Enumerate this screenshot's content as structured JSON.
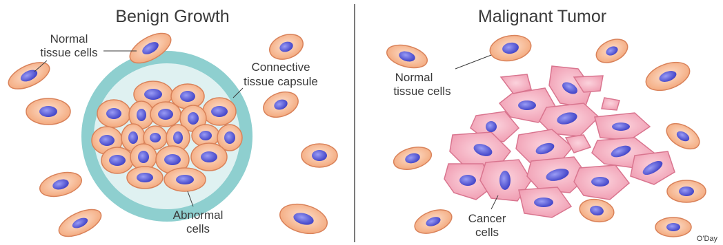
{
  "colors": {
    "normal_cell_fill": "#f6b38a",
    "normal_cell_stroke": "#d9825a",
    "nucleus_fill": "#5a5bd6",
    "nucleus_stroke": "#3a36b0",
    "capsule": "#8ecfcf",
    "capsule_inner": "#dff1f1",
    "cancer_cell_fill": "#f2a6b8",
    "cancer_cell_stroke": "#d9758f",
    "divider": "#7a7a7a",
    "text": "#3a3a3a"
  },
  "left_panel": {
    "title": "Benign Growth",
    "labels": {
      "normal_line1": "Normal",
      "normal_line2": "tissue cells",
      "capsule_line1": "Connective",
      "capsule_line2": "tissue capsule",
      "abnormal_line1": "Abnormal",
      "abnormal_line2": "cells"
    }
  },
  "right_panel": {
    "title": "Malignant Tumor",
    "labels": {
      "normal_line1": "Normal",
      "normal_line2": "tissue cells",
      "cancer_line1": "Cancer",
      "cancer_line2": "cells"
    }
  },
  "credit": "O'Day"
}
